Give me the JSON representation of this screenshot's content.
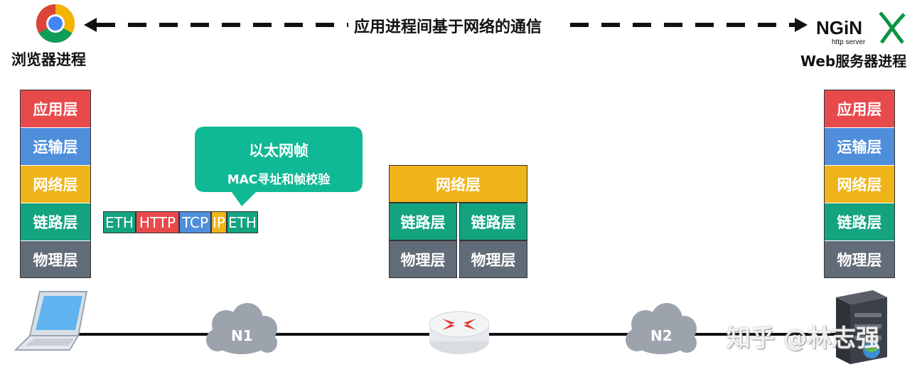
{
  "top": {
    "comm_label": "应用进程间基于网络的通信",
    "browser_label": "浏览器进程",
    "server_label": "Web服务器进程",
    "nginx_logo_text": "NGiNX",
    "nginx_sub_text": "http server"
  },
  "stack_left": [
    {
      "label": "应用层",
      "color": "#E84A4C"
    },
    {
      "label": "运输层",
      "color": "#4F8EDB"
    },
    {
      "label": "网络层",
      "color": "#EFB419"
    },
    {
      "label": "链路层",
      "color": "#14A37F"
    },
    {
      "label": "物理层",
      "color": "#626C78"
    }
  ],
  "stack_right": [
    {
      "label": "应用层",
      "color": "#E84A4C"
    },
    {
      "label": "运输层",
      "color": "#4F8EDB"
    },
    {
      "label": "网络层",
      "color": "#EFB419"
    },
    {
      "label": "链路层",
      "color": "#14A37F"
    },
    {
      "label": "物理层",
      "color": "#626C78"
    }
  ],
  "router_stack": {
    "network": "网络层",
    "link_left": "链路层",
    "link_right": "链路层",
    "phys_left": "物理层",
    "phys_right": "物理层"
  },
  "callout": {
    "title": "以太网帧",
    "subtitle": "MAC寻址和帧校验",
    "color": "#10B996"
  },
  "packet": [
    {
      "label": "ETH",
      "color": "#14A37F"
    },
    {
      "label": "HTTP",
      "color": "#E84A4C"
    },
    {
      "label": "TCP",
      "color": "#4F8EDB"
    },
    {
      "label": "IP",
      "color": "#EFB419"
    },
    {
      "label": "ETH",
      "color": "#14A37F"
    }
  ],
  "networks": {
    "n1": "N1",
    "n2": "N2"
  },
  "watermark": "知乎 @林志强"
}
